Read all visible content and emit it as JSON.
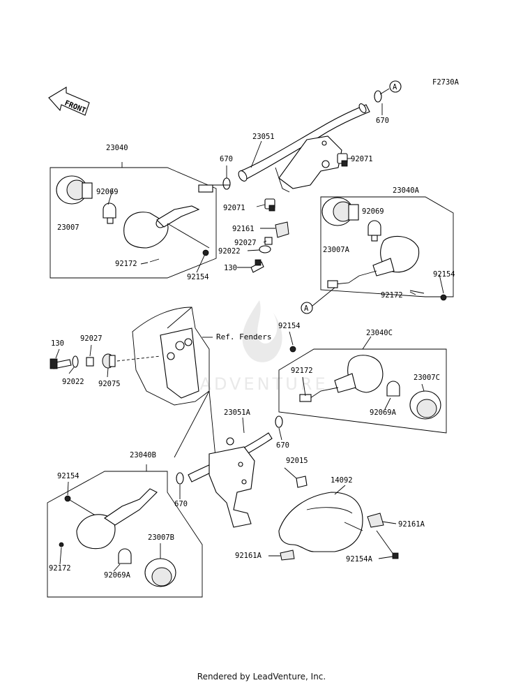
{
  "figure_code": "F2730A",
  "front_arrow_text": "FRONT",
  "reference_note": "Ref. Fenders",
  "footer": "Rendered by LeadVenture, Inc.",
  "watermark": "LEADVENTURE",
  "callout_letter": "A",
  "part_labels": [
    "23040",
    "23007",
    "92069",
    "92172",
    "92154",
    "670",
    "23051",
    "92071",
    "92071",
    "92161",
    "92027",
    "92022",
    "130",
    "23040A",
    "92069",
    "23007A",
    "92154",
    "92172",
    "130",
    "92027",
    "92022",
    "92075",
    "92154",
    "23040C",
    "92172",
    "23007C",
    "92069A",
    "23051A",
    "670",
    "92015",
    "14092",
    "23040B",
    "92154",
    "670",
    "92172",
    "92069A",
    "23007B",
    "92161A",
    "92161A",
    "92154A",
    "670"
  ]
}
